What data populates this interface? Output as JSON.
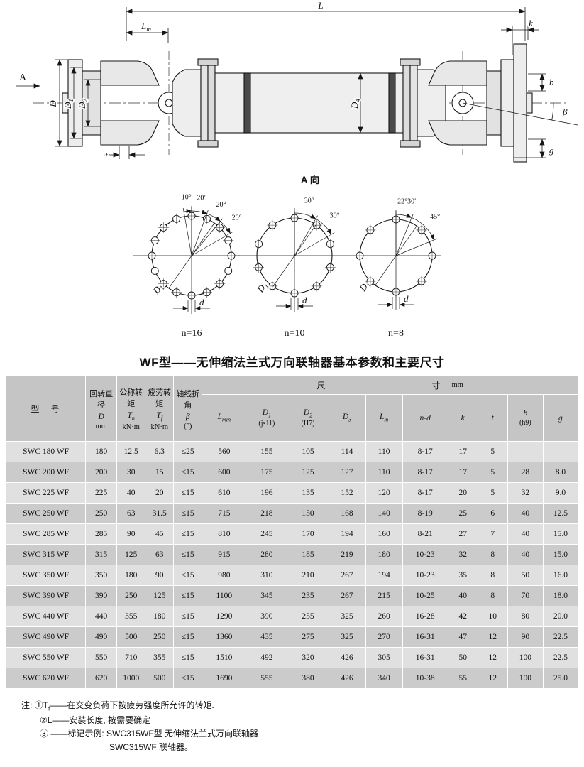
{
  "title": "WF型——无伸缩法兰式万向联轴器基本参数和主要尺寸",
  "drawing": {
    "view_label": "A 向",
    "labels": {
      "L": "L",
      "Lm": "L~m~",
      "k": "k",
      "A": "A",
      "D": "D",
      "D1": "D~1~",
      "D2": "D~2~",
      "D4": "D~4~",
      "b": "b",
      "beta": "β",
      "g": "g",
      "t": "t"
    }
  },
  "diagrams": [
    {
      "count_label": "n=16",
      "hole_count": 16,
      "angle_labels": [
        "10°",
        "20°",
        "20°",
        "20°"
      ],
      "bolt_circle_label": "D~1~",
      "hole_label": "d"
    },
    {
      "count_label": "n=10",
      "hole_count": 10,
      "angle_labels": [
        "30°",
        "30°"
      ],
      "bolt_circle_label": "D~1~",
      "hole_label": "d"
    },
    {
      "count_label": "n=8",
      "hole_count": 8,
      "angle_labels": [
        "22°30′",
        "45°"
      ],
      "bolt_circle_label": "D~1~",
      "hole_label": "d"
    }
  ],
  "table": {
    "left_headers": [
      {
        "lines": [
          "型　号"
        ]
      },
      {
        "lines": [
          "回转直径",
          "D",
          "mm"
        ]
      },
      {
        "lines": [
          "公称转矩",
          "T~n~",
          "kN·m"
        ]
      },
      {
        "lines": [
          "疲劳转矩",
          "T~f~",
          "kN·m"
        ]
      },
      {
        "lines": [
          "轴线折角",
          "β",
          "(°)"
        ]
      }
    ],
    "size_title": [
      "尺",
      "寸",
      "mm"
    ],
    "sub_headers": [
      [
        "L~min~"
      ],
      [
        "D~1~",
        "(js11)"
      ],
      [
        "D~2~",
        "(H7)"
      ],
      [
        "D~3~"
      ],
      [
        "L~m~"
      ],
      [
        "n-d"
      ],
      [
        "k"
      ],
      [
        "t"
      ],
      [
        "b",
        "(h9)"
      ],
      [
        "g"
      ]
    ],
    "rows": [
      [
        "SWC 180 WF",
        "180",
        "12.5",
        "6.3",
        "≤25",
        "560",
        "155",
        "105",
        "114",
        "110",
        "8-17",
        "17",
        "5",
        "—",
        "—"
      ],
      [
        "SWC 200 WF",
        "200",
        "30",
        "15",
        "≤15",
        "600",
        "175",
        "125",
        "127",
        "110",
        "8-17",
        "17",
        "5",
        "28",
        "8.0"
      ],
      [
        "SWC 225 WF",
        "225",
        "40",
        "20",
        "≤15",
        "610",
        "196",
        "135",
        "152",
        "120",
        "8-17",
        "20",
        "5",
        "32",
        "9.0"
      ],
      [
        "SWC 250 WF",
        "250",
        "63",
        "31.5",
        "≤15",
        "715",
        "218",
        "150",
        "168",
        "140",
        "8-19",
        "25",
        "6",
        "40",
        "12.5"
      ],
      [
        "SWC 285 WF",
        "285",
        "90",
        "45",
        "≤15",
        "810",
        "245",
        "170",
        "194",
        "160",
        "8-21",
        "27",
        "7",
        "40",
        "15.0"
      ],
      [
        "SWC 315 WF",
        "315",
        "125",
        "63",
        "≤15",
        "915",
        "280",
        "185",
        "219",
        "180",
        "10-23",
        "32",
        "8",
        "40",
        "15.0"
      ],
      [
        "SWC 350 WF",
        "350",
        "180",
        "90",
        "≤15",
        "980",
        "310",
        "210",
        "267",
        "194",
        "10-23",
        "35",
        "8",
        "50",
        "16.0"
      ],
      [
        "SWC 390 WF",
        "390",
        "250",
        "125",
        "≤15",
        "1100",
        "345",
        "235",
        "267",
        "215",
        "10-25",
        "40",
        "8",
        "70",
        "18.0"
      ],
      [
        "SWC 440 WF",
        "440",
        "355",
        "180",
        "≤15",
        "1290",
        "390",
        "255",
        "325",
        "260",
        "16-28",
        "42",
        "10",
        "80",
        "20.0"
      ],
      [
        "SWC 490 WF",
        "490",
        "500",
        "250",
        "≤15",
        "1360",
        "435",
        "275",
        "325",
        "270",
        "16-31",
        "47",
        "12",
        "90",
        "22.5"
      ],
      [
        "SWC 550 WF",
        "550",
        "710",
        "355",
        "≤15",
        "1510",
        "492",
        "320",
        "426",
        "305",
        "16-31",
        "50",
        "12",
        "100",
        "22.5"
      ],
      [
        "SWC 620 WF",
        "620",
        "1000",
        "500",
        "≤15",
        "1690",
        "555",
        "380",
        "426",
        "340",
        "10-38",
        "55",
        "12",
        "100",
        "25.0"
      ]
    ]
  },
  "notes": [
    "注: ①T~f~——在交变负荷下按疲劳强度所允许的转矩.",
    "②L——安装长度, 按需要确定",
    "③ ——标记示例: SWC315WF型  无伸缩法兰式万向联轴器",
    "SWC315WF  联轴器。"
  ]
}
